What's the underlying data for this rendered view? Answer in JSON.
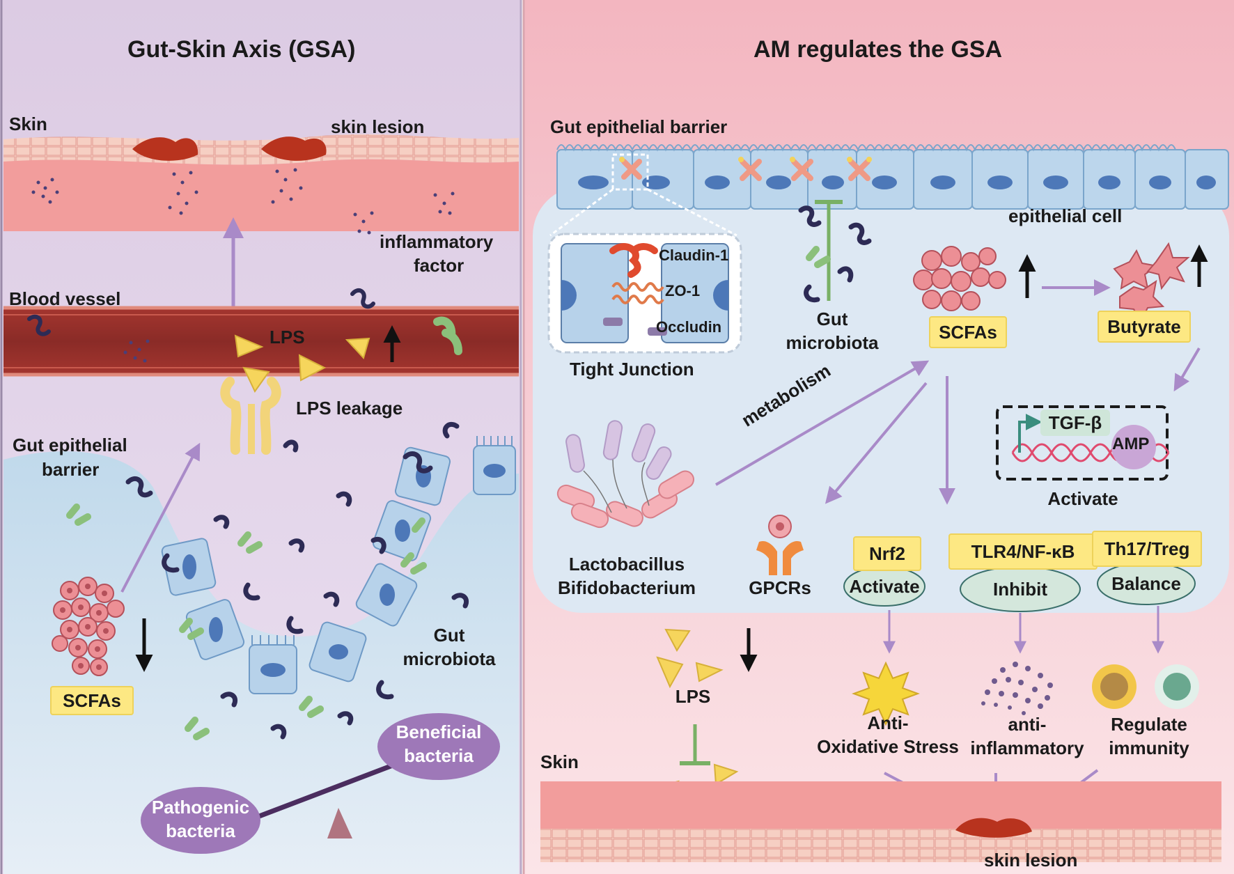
{
  "left_panel": {
    "title": "Gut-Skin Axis (GSA)",
    "skin": "Skin",
    "skin_lesion": "skin lesion",
    "inflammatory_factor_line1": "inflammatory",
    "inflammatory_factor_line2": "factor",
    "blood_vessel": "Blood vessel",
    "lps": "LPS",
    "lps_leakage": "LPS leakage",
    "gut_epithelial_barrier_line1": "Gut epithelial",
    "gut_epithelial_barrier_line2": "barrier",
    "gut_microbiota_line1": "Gut",
    "gut_microbiota_line2": "microbiota",
    "scfas": "SCFAs",
    "beneficial_bacteria_line1": "Beneficial",
    "beneficial_bacteria_line2": "bacteria",
    "pathogenic_bacteria_line1": "Pathogenic",
    "pathogenic_bacteria_line2": "bacteria"
  },
  "right_panel": {
    "title": "AM regulates the GSA",
    "gut_epithelial_barrier": "Gut epithelial barrier",
    "epithelial_cell": "epithelial cell",
    "claudin": "Claudin-1",
    "zo1": "ZO-1",
    "occludin": "Occludin",
    "tight_junction": "Tight Junction",
    "gut_microbiota_line1": "Gut",
    "gut_microbiota_line2": "microbiota",
    "scfas": "SCFAs",
    "butyrate": "Butyrate",
    "metabolism": "metabolism",
    "tgf_beta": "TGF-β",
    "amp": "AMP",
    "activate_dna": "Activate",
    "lactobacillus": "Lactobacillus",
    "bifidobacterium": "Bifidobacterium",
    "gpcrs": "GPCRs",
    "nrf2": "Nrf2",
    "nrf2_effect": "Activate",
    "tlr4": "TLR4/NF-κB",
    "tlr4_effect": "Inhibit",
    "th17": "Th17/Treg",
    "th17_effect": "Balance",
    "lps": "LPS",
    "anti_oxidative_line1": "Anti-",
    "anti_oxidative_line2": "Oxidative Stress",
    "anti_inflammatory_line1": "anti-",
    "anti_inflammatory_line2": "inflammatory",
    "regulate_immunity_line1": "Regulate",
    "regulate_immunity_line2": "immunity",
    "skin": "Skin",
    "skin_lesion": "skin lesion"
  },
  "colors": {
    "left_bg_top": "#ddc8e2",
    "right_bg_top": "#f4b7c1",
    "gut_fluid": "#c6dcec",
    "arrow_purple": "#a98ac8",
    "vessel": "#8c2f2a",
    "skin": "#f5a3a0",
    "label_box": "#fde883",
    "lps_triangle": "#f6d55c"
  }
}
